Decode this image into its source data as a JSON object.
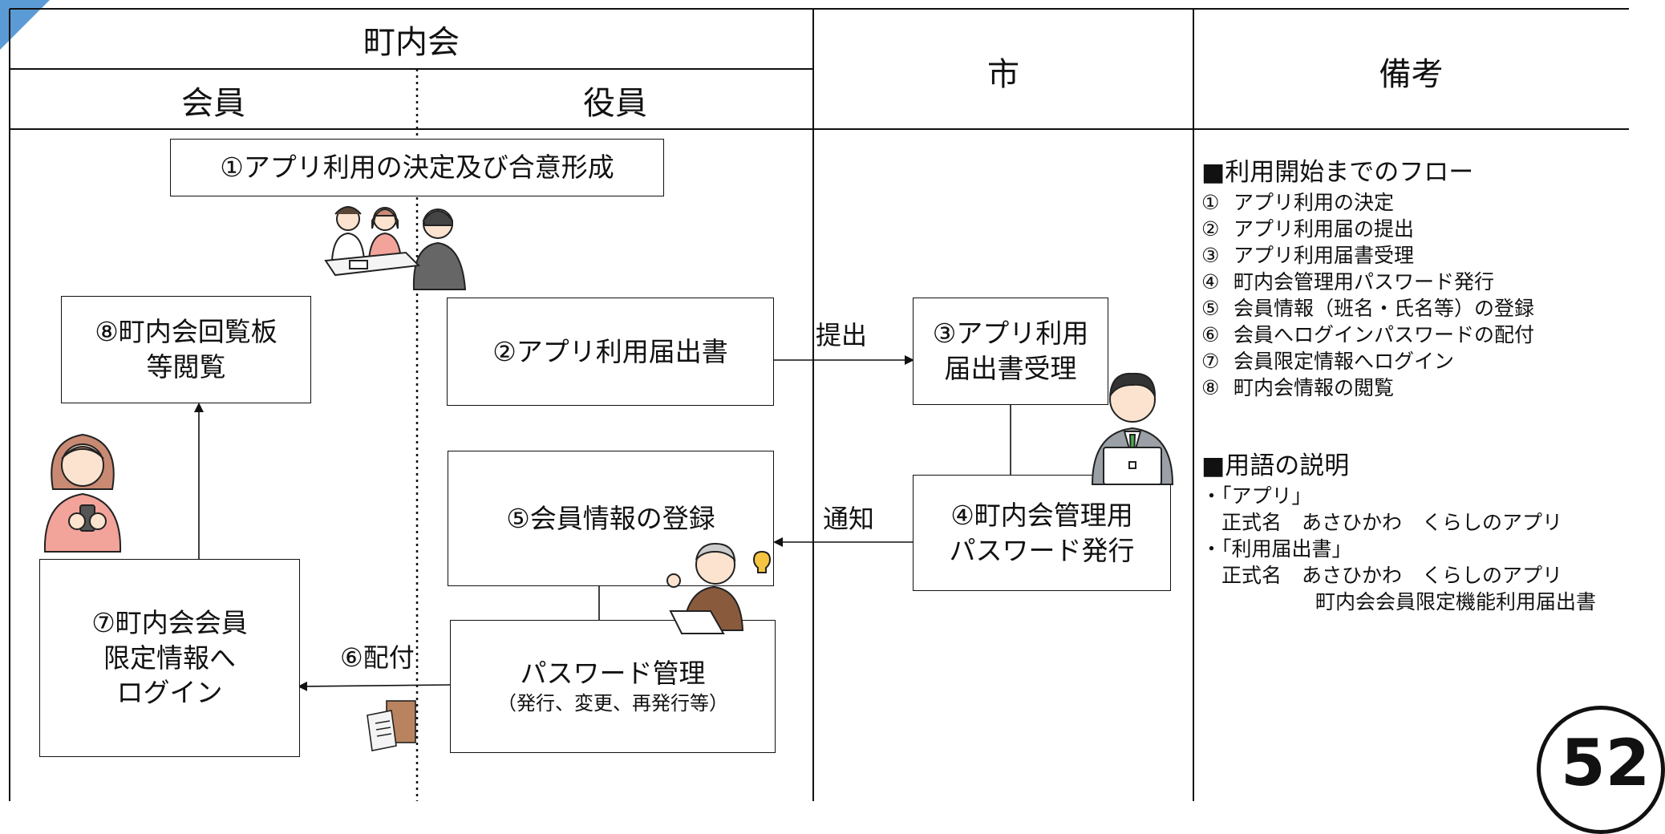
{
  "header": {
    "neighborhood": "町内会",
    "member": "会員",
    "officer": "役員",
    "city": "市",
    "remarks": "備考"
  },
  "steps": {
    "s1": "①アプリ利用の決定及び合意形成",
    "s2": "②アプリ利用届出書",
    "s3": "③アプリ利用\n届出書受理",
    "s4": "④町内会管理用\nパスワード発行",
    "s5": "⑤会員情報の登録",
    "s6_title": "パスワード管理",
    "s6_sub": "（発行、変更、再発行等）",
    "s7": "⑦町内会会員\n限定情報へ\nログイン",
    "s8": "⑧町内会回覧板\n等閲覧"
  },
  "arrows": {
    "submit": "提出",
    "notify": "通知",
    "distribute": "⑥配付"
  },
  "remarks": {
    "flow_title": "■利用開始までのフロー",
    "flow_items": [
      {
        "num": "①",
        "text": "アプリ利用の決定"
      },
      {
        "num": "②",
        "text": "アプリ利用届の提出"
      },
      {
        "num": "③",
        "text": "アプリ利用届書受理"
      },
      {
        "num": "④",
        "text": "町内会管理用パスワード発行"
      },
      {
        "num": "⑤",
        "text": "会員情報（班名・氏名等）の登録"
      },
      {
        "num": "⑥",
        "text": "会員へログインパスワードの配付"
      },
      {
        "num": "⑦",
        "text": "会員限定情報へログイン"
      },
      {
        "num": "⑧",
        "text": "町内会情報の閲覧"
      }
    ],
    "terms_title": "■用語の説明",
    "term1_head": "・「アプリ」",
    "term1_body": "　正式名　あさひかわ　くらしのアプリ",
    "term2_head": "・「利用届出書」",
    "term2_body": "　正式名　あさひかわ　くらしのアプリ",
    "term2_cont": "町内会会員限定機能利用届出書"
  },
  "page_number": "52",
  "colors": {
    "corner": "#5b9bd5",
    "line": "#111111"
  },
  "icons": [
    "meeting-people-icon",
    "woman-smartphone-icon",
    "businessman-laptop-icon",
    "elderly-man-laptop-icon",
    "documents-package-icon"
  ]
}
